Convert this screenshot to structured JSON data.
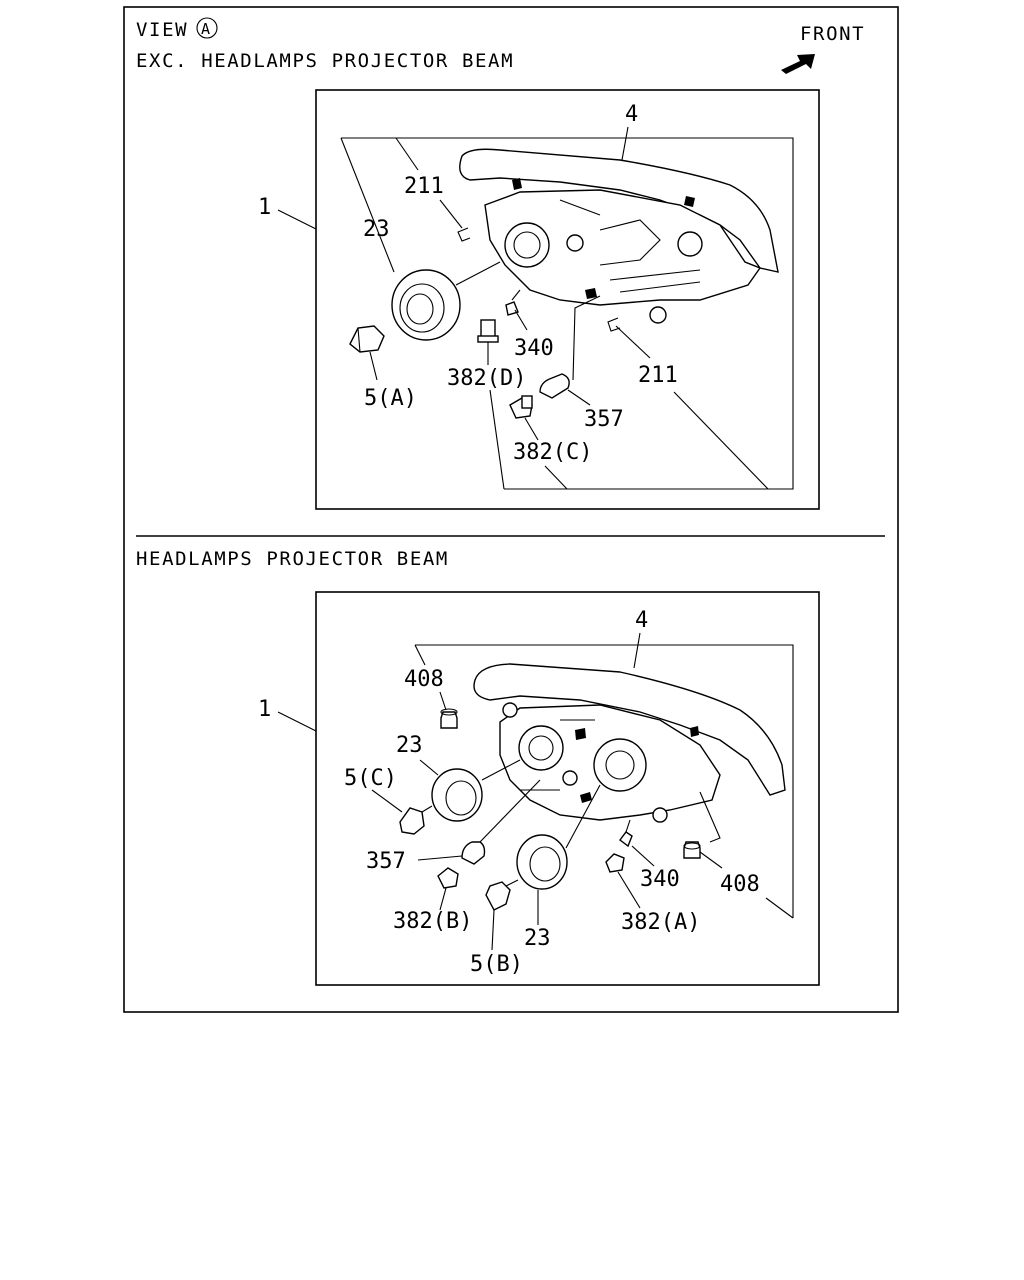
{
  "page": {
    "view_label": "VIEW",
    "view_marker": "A",
    "front_label": "FRONT"
  },
  "sections": [
    {
      "title": "EXC. HEADLAMPS PROJECTOR BEAM",
      "callouts": {
        "assembly": "1",
        "housing": "4",
        "clip_upper": "211",
        "clip_lower": "211",
        "seal": "23",
        "bulb": "5(A)",
        "bulb_small": "340",
        "socket_d": "382(D)",
        "bulb_wedge": "357",
        "socket_c": "382(C)"
      }
    },
    {
      "title": "HEADLAMPS PROJECTOR BEAM",
      "callouts": {
        "assembly": "1",
        "housing": "4",
        "cap_left": "408",
        "cap_right": "408",
        "seal_upper": "23",
        "seal_lower": "23",
        "bulb_c": "5(C)",
        "bulb_b": "5(B)",
        "bulb_wedge": "357",
        "bulb_small": "340",
        "socket_b": "382(B)",
        "socket_a": "382(A)"
      }
    }
  ]
}
